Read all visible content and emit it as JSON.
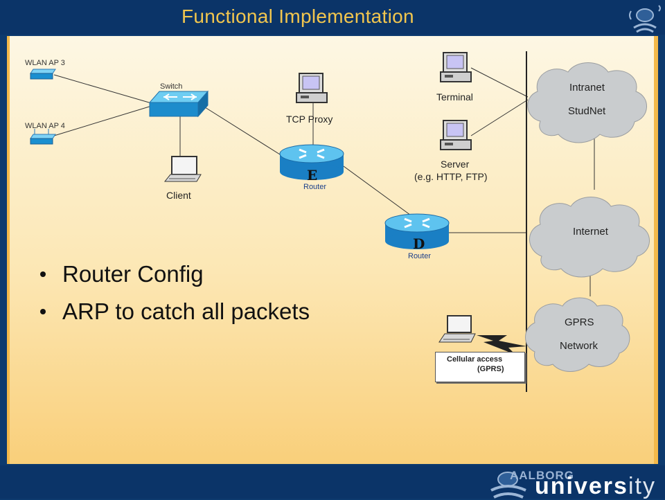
{
  "slide": {
    "title": "Functional Implementation"
  },
  "nodes": {
    "wlan_ap3": "WLAN AP 3",
    "wlan_ap4": "WLAN AP 4",
    "switch": "Switch",
    "client": "Client",
    "tcp_proxy": "TCP Proxy",
    "router_e_letter": "E",
    "router_e_label": "Router",
    "router_d_letter": "D",
    "router_d_label": "Router",
    "terminal": "Terminal",
    "server_line1": "Server",
    "server_line2": "(e.g. HTTP, FTP)",
    "cellular_line1": "Cellular access",
    "cellular_line2": "(GPRS)"
  },
  "clouds": {
    "intranet_line1": "Intranet",
    "intranet_line2": "StudNet",
    "internet": "Internet",
    "gprs_line1": "GPRS",
    "gprs_line2": "Network"
  },
  "bullets": [
    "Router Config",
    "ARP to catch all packets"
  ],
  "footer": {
    "logo_small": "AALBORG",
    "logo_bold": "univers",
    "logo_thin": "ity"
  },
  "colors": {
    "header_bg": "#0b3468",
    "title_color": "#f2c64e",
    "router_blue": "#1a7fc4",
    "cloud_gray": "#c9ccce"
  }
}
